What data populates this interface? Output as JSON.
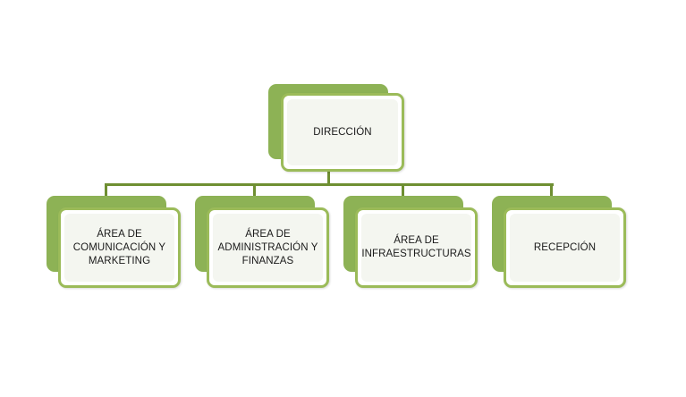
{
  "colors": {
    "accent_green": "#9bbb59",
    "shadow_green": "#8db255",
    "connector_green": "#6f8f32",
    "box_fill": "#f4f6f0"
  },
  "org_chart": {
    "root": {
      "label": "DIRECCIÓN"
    },
    "children": [
      {
        "label": "ÁREA DE\nCOMUNICACIÓN Y\nMARKETING"
      },
      {
        "label": "ÁREA DE\nADMINISTRACIÓN Y\nFINANZAS"
      },
      {
        "label": "ÁREA DE\nINFRAESTRUCTURAS"
      },
      {
        "label": "RECEPCIÓN"
      }
    ]
  }
}
